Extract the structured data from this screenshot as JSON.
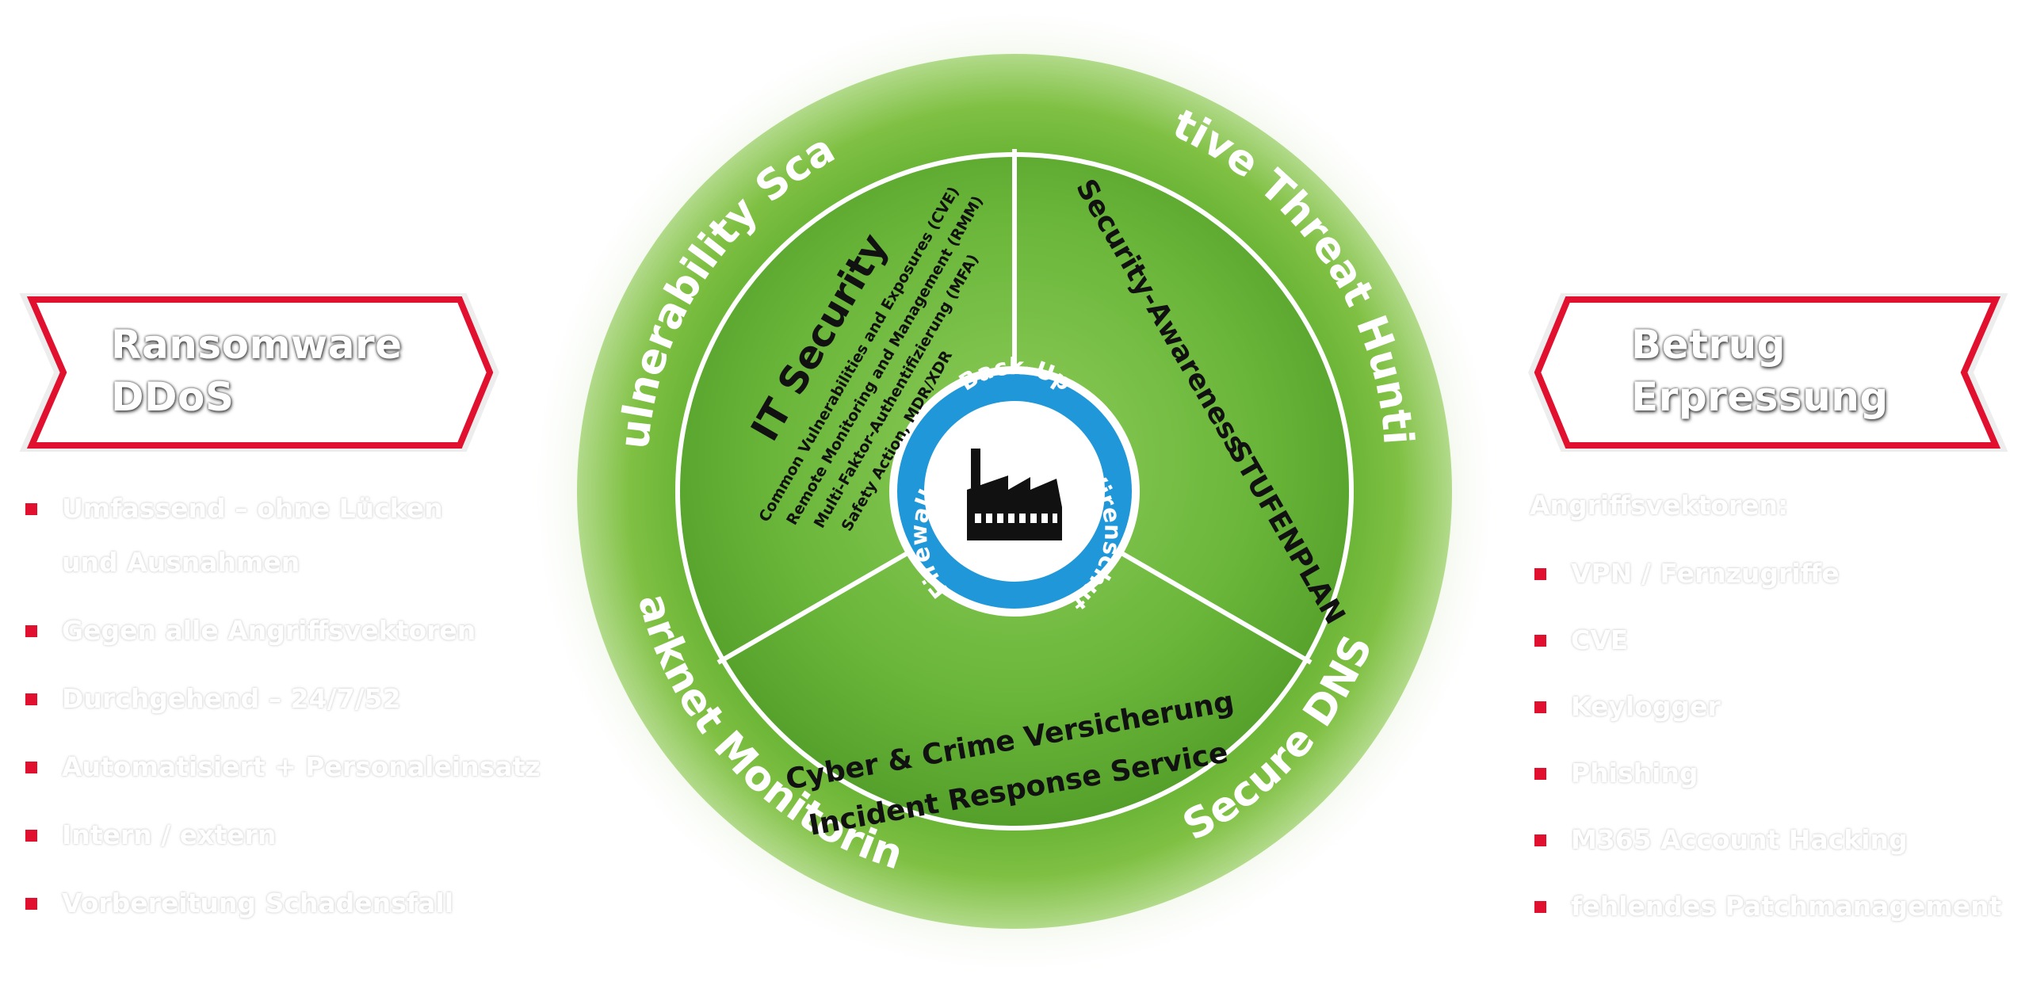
{
  "colors": {
    "accent_red": "#e1102f",
    "outer_green": "#6cb338",
    "inner_green": "#5da52a",
    "center_blue": "#1f97d8",
    "text_dark": "#111111"
  },
  "left_panel": {
    "banner_lines": [
      "Ransomware",
      "DDoS"
    ],
    "items": [
      [
        "Umfassend – ohne Lücken",
        "und Ausnahmen"
      ],
      [
        "Gegen alle Angriffsvektoren"
      ],
      [
        "Durchgehend – 24/7/52"
      ],
      [
        "Automatisiert + Personaleinsatz"
      ],
      [
        "Intern / extern"
      ],
      [
        "Vorbereitung Schadensfall"
      ]
    ]
  },
  "right_panel": {
    "banner_lines": [
      "Betrug",
      "Erpressung"
    ],
    "heading": "Angriffsvektoren:",
    "items": [
      "VPN / Fernzugriffe",
      "CVE",
      "Keylogger",
      "Phishing",
      "M365 Account Hacking",
      "fehlendes Patchmanagement"
    ]
  },
  "wheel": {
    "ring_labels": {
      "top_left": "Vulnerability Scan",
      "top_right": "Active Threat Hunting",
      "bottom_left": "Darknet Monitoring",
      "bottom_right": "Secure DNS"
    },
    "segment_it": {
      "title": "IT Security",
      "lines": [
        "Common Vulnerabilities and Exposures (CVE)",
        "Remote Monitoring and Management (RMM)",
        "Multi-Faktor-Authentifizierung (MFA)",
        "Safety Action, MDR/XDR"
      ]
    },
    "segment_awareness": {
      "line1": "Security-Awareness",
      "line2": "STUFENPLAN"
    },
    "segment_insurance": {
      "line1": "Cyber & Crime Versicherung",
      "line2": "Incident Response Service"
    },
    "center": {
      "top": "Back-Up",
      "left": "Firewall",
      "right": "Virenschutz",
      "icon": "factory-icon"
    }
  }
}
